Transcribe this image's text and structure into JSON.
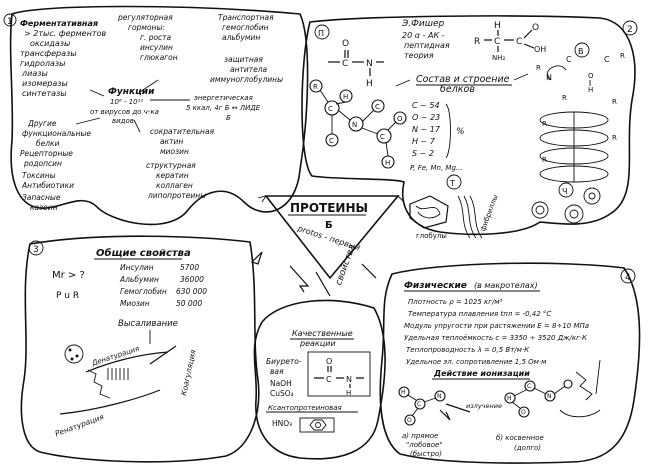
{
  "center": {
    "title": "ПРОТЕИНЫ",
    "letter": "Б",
    "protos": "protos - первый",
    "properties": "свойства"
  },
  "section1": {
    "number": "1",
    "functions_title": "Функции",
    "functions_sub": "10⁶ - 10¹²",
    "functions_species": "от вирусов до ч-ка",
    "species_label": "видов",
    "fermentative": [
      "Ферментативная",
      "> 2тыс. ферментов",
      "оксидазы",
      "трансферазы",
      "гидролазы",
      "лиазы",
      "изомеразы",
      "синтетазы"
    ],
    "regulatory": [
      "регуляторная",
      "гормоны:",
      "г. роста",
      "инсулин",
      "глюкагон"
    ],
    "transport": [
      "Транспортная",
      "гемоглобин",
      "альбумин"
    ],
    "protective": [
      "защитная",
      "антитела",
      "иммуноглобулины"
    ],
    "energy": [
      "энергетическая",
      "5 ккал, 4г Б ↔ ЛИДЕ",
      "Б"
    ],
    "contractile": [
      "сократительная",
      "актин",
      "миозин"
    ],
    "structural": [
      "структурная",
      "кератин",
      "коллаген",
      "липопротеины"
    ],
    "other": [
      "Другие",
      "функциональные",
      "белки",
      "Рецепторные",
      "родопсин",
      "Токсины",
      "Антибиотики",
      "Запасные",
      "казеин"
    ]
  },
  "section2": {
    "number": "2",
    "fischer": [
      "Э.Фишер",
      "20 α - АК -",
      "пептидная",
      "теория"
    ],
    "composition_title": [
      "Состав и строение",
      "белков"
    ],
    "composition": [
      "C ~ 54",
      "O ~ 23",
      "N ~ 17",
      "H ~ 7",
      "S ~ 2"
    ],
    "percent": "%",
    "trace": "P, Fe, Mn, Mg...",
    "markers": [
      "П",
      "В",
      "Т",
      "Ч"
    ],
    "globules": "глобулы",
    "fibrils": "фибриллы",
    "groups": [
      "C",
      "N",
      "H",
      "R",
      "O",
      "NH₂",
      "OH"
    ]
  },
  "section3": {
    "number": "3",
    "title": "Общие свойства",
    "mr": "Mr > ?",
    "pi": "P u R",
    "molecules": [
      {
        "name": "Инсулин",
        "value": "5700"
      },
      {
        "name": "Альбумин",
        "value": "36000"
      },
      {
        "name": "Гемоглобин",
        "value": "630 000"
      },
      {
        "name": "Миозин",
        "value": "50 000"
      }
    ],
    "salting_out": "Высаливание",
    "denaturation": "Денатурация",
    "renaturation": "Ренатурация",
    "coagulation": "Коагуляция"
  },
  "section_quality": {
    "title": [
      "Качественные",
      "реакции"
    ],
    "biuret": [
      "Биурето-",
      "вая"
    ],
    "reagents": [
      "NaOH",
      "CuSO₄"
    ],
    "xanthoprotein": "Ксантопротеиновая",
    "nitric": "HNO₃",
    "peptide": [
      "O",
      "C",
      "N",
      "H"
    ]
  },
  "section4": {
    "number": "4",
    "title": "Физические",
    "title_note": "(в макротелах)",
    "lines": [
      "Плотность ρ = 1025 кг/м³",
      "Температура плавления tпл = -0,42 °C",
      "Модуль упругости при растяжении E = 8÷10 МПа",
      "Удельная теплоёмкость c = 3350 ÷ 3520 Дж/кг·К",
      "Теплопроводность λ = 0,5 Вт/м·К",
      "Удельное эл. сопротивление 1,5 Ом·м"
    ],
    "ionizing": "Действие ионизации",
    "direct": [
      "а) прямое",
      "\"лобовое\"",
      "(быстро)"
    ],
    "indirect": [
      "б) косвенное",
      "(долго)"
    ],
    "radiation_label": "излучение"
  }
}
